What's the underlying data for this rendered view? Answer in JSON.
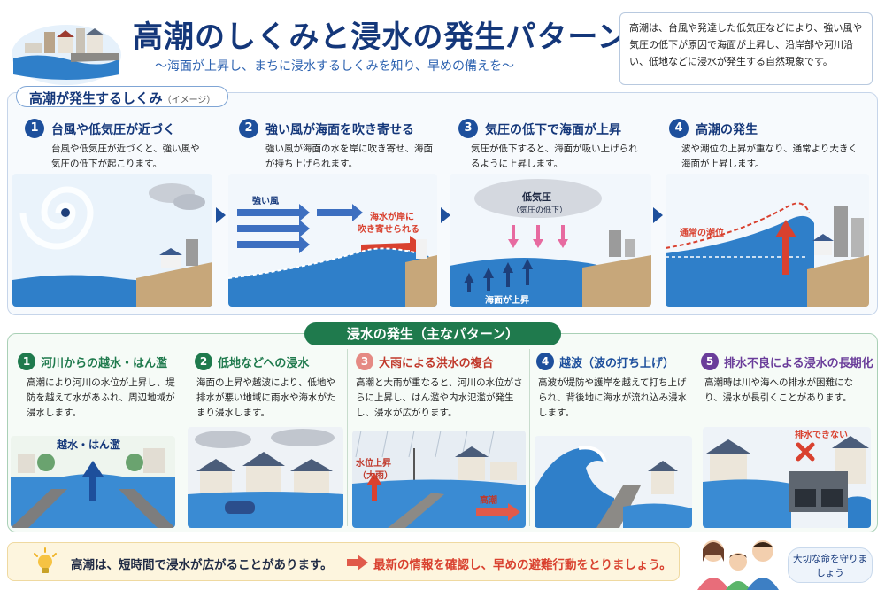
{
  "header": {
    "title": "高潮のしくみと浸水の発生パターン",
    "subtitle": "〜海面が上昇し、まちに浸水するしくみを知り、早めの備えを〜",
    "description": "高潮は、台風や発達した低気圧などにより、強い風や気圧の低下が原因で海面が上昇し、沿岸部や河川沿い、低地などに浸水が発生する自然現象です。"
  },
  "mechanism": {
    "heading": "高潮が発生するしくみ",
    "heading_note": "（イメージ）",
    "steps": [
      {
        "num": "1",
        "title": "台風や低気圧が近づく",
        "text": "台風や低気圧が近づくと、強い風や気圧の低下が起こります。"
      },
      {
        "num": "2",
        "title": "強い風が海面を吹き寄せる",
        "text": "強い風が海面の水を岸に吹き寄せ、海面が持ち上げられます。",
        "label_wind": "強い風",
        "label_push_1": "海水が岸に",
        "label_push_2": "吹き寄せられる"
      },
      {
        "num": "3",
        "title": "気圧の低下で海面が上昇",
        "text": "気圧が低下すると、海面が吸い上げられるように上昇します。",
        "label_low": "低気圧",
        "label_low_sub": "（気圧の低下）",
        "label_rise": "海面が上昇"
      },
      {
        "num": "4",
        "title": "高潮の発生",
        "text": "波や潮位の上昇が重なり、通常より大きく海面が上昇します。",
        "label_normal": "通常の潮位"
      }
    ]
  },
  "patterns": {
    "heading": "浸水の発生（主なパターン）",
    "items": [
      {
        "num": "1",
        "title": "河川からの越水・はん濫",
        "text": "高潮により河川の水位が上昇し、堤防を越えて水があふれ、周辺地域が浸水します。",
        "label": "越水・はん濫",
        "color": "#1f7a4d"
      },
      {
        "num": "2",
        "title": "低地などへの浸水",
        "text": "海面の上昇や越波により、低地や排水が悪い地域に雨水や海水がたまり浸水します。",
        "color": "#1f7a4d"
      },
      {
        "num": "3",
        "title": "大雨による洪水の複合",
        "text": "高潮と大雨が重なると、河川の水位がさらに上昇し、はん濫や内水氾濫が発生し、浸水が広がります。",
        "label_a": "水位上昇",
        "label_b": "（大雨）",
        "label_c": "高潮",
        "color": "#c0392b"
      },
      {
        "num": "4",
        "title": "越波（波の打ち上げ）",
        "text": "高波が堤防や護岸を越えて打ち上げられ、背後地に海水が流れ込み浸水します。",
        "color": "#1d4f9c"
      },
      {
        "num": "5",
        "title": "排水不良による浸水の長期化",
        "text": "高潮時は川や海への排水が困難になり、浸水が長引くことがあります。",
        "label": "排水できない",
        "color": "#6a3d9a"
      }
    ]
  },
  "footer": {
    "message_1": "高潮は、短時間で浸水が広がることがあります。",
    "message_2": "最新の情報を確認し、早めの避難行動をとりましょう。",
    "bubble": "大切な命を守りましょう"
  },
  "colors": {
    "navy": "#14377a",
    "green": "#1f7a4d",
    "red": "#d9412f",
    "sea": "#2f7fc9"
  }
}
